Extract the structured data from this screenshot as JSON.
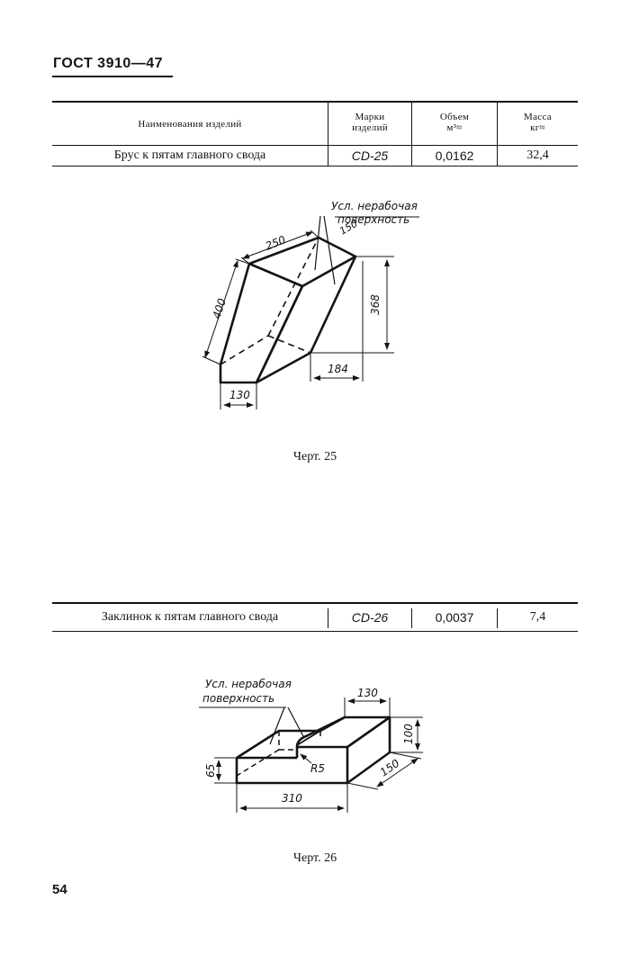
{
  "header": {
    "title": "ГОСТ 3910—47"
  },
  "table1": {
    "headers": {
      "name": "Наименования изделий",
      "mark_l1": "Марки",
      "mark_l2": "изделий",
      "volume_l1": "Объем",
      "volume_l2": "м³≈",
      "mass_l1": "Масса",
      "mass_l2": "кг≈"
    },
    "row": {
      "name": "Брус к пятам главного свода",
      "mark": "CD-25",
      "volume": "0,0162",
      "mass": "32,4"
    }
  },
  "figure1": {
    "note_l1": "Усл. нерабочая",
    "note_l2": "поверхность",
    "dims": {
      "d250": "250",
      "d150": "150",
      "d400": "400",
      "d368": "368",
      "d184": "184",
      "d130": "130"
    },
    "caption": "Черт. 25"
  },
  "table2": {
    "row": {
      "name": "Заклинок к пятам главного свода",
      "mark": "CD-26",
      "volume": "0,0037",
      "mass": "7,4"
    }
  },
  "figure2": {
    "note_l1": "Усл. нерабочая",
    "note_l2": "поверхность",
    "dims": {
      "d130": "130",
      "d100": "100",
      "d150": "150",
      "d65": "65",
      "r5": "R5",
      "d310": "310"
    },
    "caption": "Черт. 26"
  },
  "page": {
    "number": "54"
  }
}
